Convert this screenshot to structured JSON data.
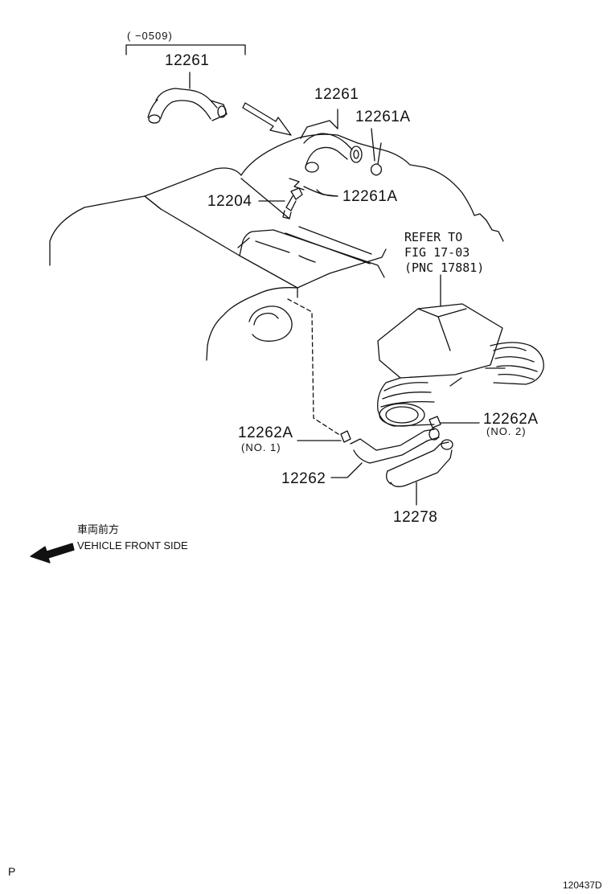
{
  "diagram": {
    "date_range": "(      −0509)",
    "parts": {
      "hose_early": "12261",
      "hose": "12261",
      "clip_upper": "12261A",
      "clip_lower": "12261A",
      "pcv_valve": "12204",
      "clamp_no1": "12262A",
      "clamp_no1_sub": "(NO. 1)",
      "clamp_no2": "12262A",
      "clamp_no2_sub": "(NO. 2)",
      "hose_lower": "12262",
      "hose_lower2": "12278"
    },
    "refer": {
      "line1": "REFER TO",
      "line2": "FIG 17-03",
      "line3": "(PNC 17881)"
    },
    "front": {
      "jp": "車両前方",
      "en": "VEHICLE FRONT SIDE"
    },
    "corner_letter": "P",
    "figure_id": "120437D"
  },
  "colors": {
    "line": "#111111",
    "background": "#ffffff"
  }
}
